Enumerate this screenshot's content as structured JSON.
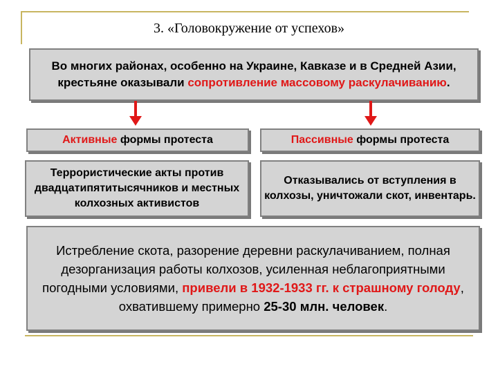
{
  "title": "3. «Головокружение от успехов»",
  "intro": {
    "text_before": "Во многих районах, особенно на Украине, Кавказе и в Средней Азии, крестьяне оказывали ",
    "highlight": "сопротивление массовому раскулачиванию",
    "text_after": "."
  },
  "active": {
    "head_highlight": "Активные",
    "head_rest": " формы протеста",
    "detail": "Террористические акты против двадцатипятитысячников и местных колхозных активистов"
  },
  "passive": {
    "head_highlight": "Пассивные",
    "head_rest": " формы протеста",
    "detail": "Отказывались от вступления в колхозы, уничтожали скот, инвентарь."
  },
  "summary": {
    "text_before": "Истребление скота, разорение деревни раскулачиванием, полная дезорганизация работы колхозов, усиленная неблагоприятными погодными условиями, ",
    "highlight": "привели в 1932-1933 гг. к страшному голоду",
    "text_after": ", охватившему примерно ",
    "bold_end": "25-30 млн. человек",
    "final": "."
  },
  "colors": {
    "accent": "#e01818",
    "box_fill": "#d4d4d4",
    "rule": "#c8b560"
  }
}
